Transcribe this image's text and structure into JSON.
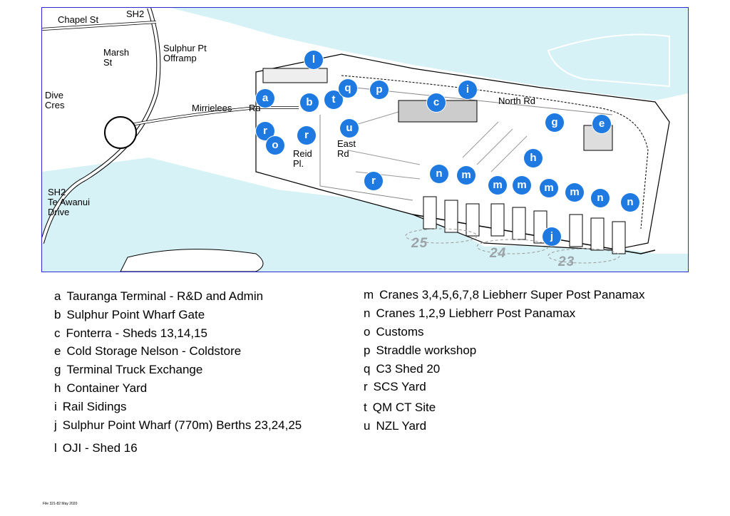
{
  "map": {
    "colors": {
      "sea": "#d7f2f6",
      "marker": "#1e7ae0",
      "border": "#2b2bd0",
      "berth": "#9aa3a8"
    },
    "road_labels": {
      "chapel": "Chapel St",
      "sh2_top": "SH2",
      "marsh": "Marsh\nSt",
      "sulphur_offramp": "Sulphur Pt\nOfframp",
      "dive": "Dive\nCres",
      "mirrielees": "Mirrielees",
      "rd": "Rd",
      "north_rd": "North Rd",
      "reid": "Reid\nPl.",
      "east_rd": "East\nRd",
      "sh2_bottom": "SH2\nTe Awanui\nDrive"
    },
    "markers": {
      "a": "a",
      "b": "b",
      "c": "c",
      "e": "e",
      "g": "g",
      "h": "h",
      "i": "i",
      "j": "j",
      "l": "l",
      "m": "m",
      "n": "n",
      "o": "o",
      "p": "p",
      "q": "q",
      "r": "r",
      "t": "t",
      "u": "u"
    },
    "berths": {
      "b25": "25",
      "b24": "24",
      "b23": "23"
    }
  },
  "legend": {
    "left": [
      {
        "key": "a",
        "text": "Tauranga Terminal - R&D and Admin"
      },
      {
        "key": "b",
        "text": "Sulphur Point Wharf Gate"
      },
      {
        "key": "c",
        "text": "Fonterra - Sheds 13,14,15"
      },
      {
        "key": "e",
        "text": "Cold Storage Nelson - Coldstore"
      },
      {
        "key": "g",
        "text": "Terminal Truck Exchange"
      },
      {
        "key": "h",
        "text": "Container Yard"
      },
      {
        "key": "i",
        "text": "Rail Sidings"
      },
      {
        "key": "j",
        "text": "Sulphur Point Wharf (770m) Berths 23,24,25"
      },
      {
        "key": "l",
        "text": "OJI - Shed 16"
      }
    ],
    "right": [
      {
        "key": "m",
        "text": "Cranes 3,4,5,6,7,8 Liebherr Super Post Panamax"
      },
      {
        "key": "n",
        "text": "Cranes 1,2,9 Liebherr Post Panamax"
      },
      {
        "key": "o",
        "text": "Customs"
      },
      {
        "key": "p",
        "text": "Straddle workshop"
      },
      {
        "key": "q",
        "text": "C3 Shed 20"
      },
      {
        "key": "r",
        "text": "SCS Yard"
      },
      {
        "key": "t",
        "text": "QM CT Site"
      },
      {
        "key": "u",
        "text": "NZL Yard"
      }
    ]
  },
  "footer": {
    "note": "File 321-82  May 2020"
  }
}
